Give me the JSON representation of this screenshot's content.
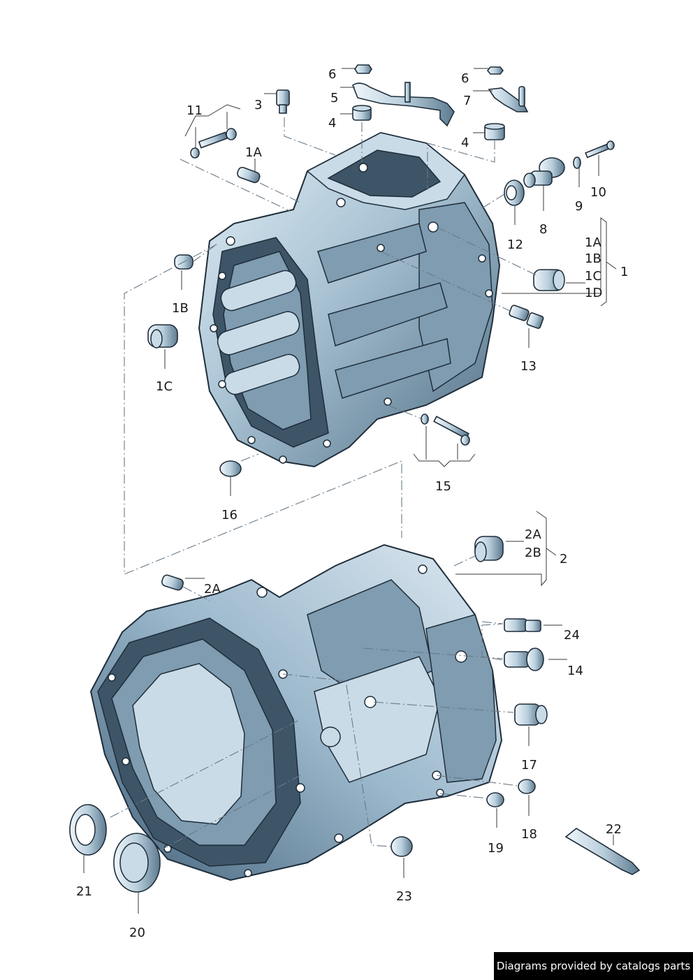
{
  "labels": {
    "p6a": "6",
    "p5": "5",
    "p4a": "4",
    "p3": "3",
    "p11": "11",
    "p1A": "1A",
    "p6b": "6",
    "p7": "7",
    "p4b": "4",
    "p10": "10",
    "p9": "9",
    "p8": "8",
    "p12": "12",
    "g1A": "1A",
    "g1B": "1B",
    "g1C": "1C",
    "g1D": "1D",
    "g1": "1",
    "p1B": "1B",
    "p1C": "1C",
    "p13": "13",
    "p15": "15",
    "p16": "16",
    "g2A": "2A",
    "g2B": "2B",
    "g2": "2",
    "p2A": "2A",
    "p24": "24",
    "p14": "14",
    "p17": "17",
    "p18": "18",
    "p19": "19",
    "p22": "22",
    "p21": "21",
    "p20": "20",
    "p23": "23"
  },
  "footer": {
    "text": "Diagrams provided by catalogs parts"
  },
  "colors": {
    "casting_light": "#dbe9f2",
    "casting_mid": "#8fb0c6",
    "casting_dark": "#2f4a5e",
    "footer_bg": "#000000"
  }
}
